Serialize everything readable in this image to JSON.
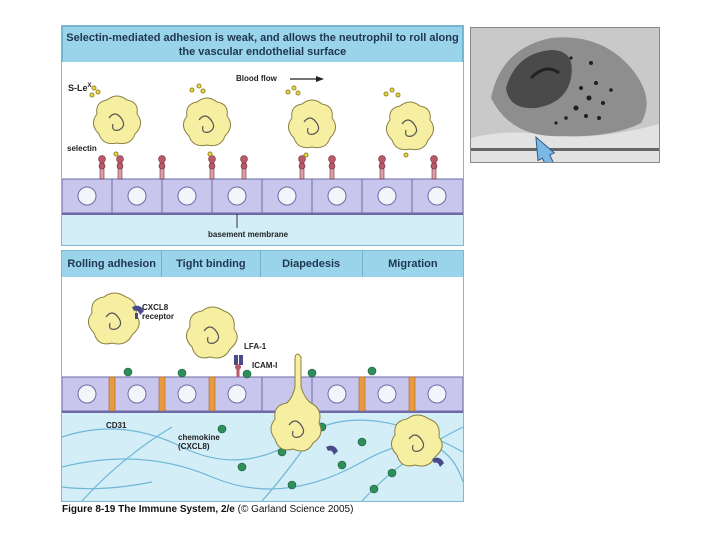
{
  "top_panel": {
    "title_line1": "Selectin-mediated adhesion is weak, and allows the neutrophil to roll along",
    "title_line2": "the vascular endothelial surface",
    "label_sle": "S-Le",
    "label_sle_sup": "X",
    "label_blood_flow": "Blood flow",
    "label_selectin": "selectin",
    "label_basement": "basement membrane"
  },
  "bottom_panel": {
    "steps": [
      "Rolling adhesion",
      "Tight binding",
      "Diapedesis",
      "Migration"
    ],
    "label_cxcl8_receptor_1": "CXCL8",
    "label_cxcl8_receptor_2": "receptor",
    "label_lfa1": "LFA-1",
    "label_icam1": "ICAM-I",
    "label_cd31": "CD31",
    "label_chemokine_1": "chemokine",
    "label_chemokine_2": "(CXCL8)"
  },
  "caption": {
    "figure": "Figure 8-19",
    "book": "The Immune System, 2/e",
    "credit": "(© Garland Science 2005)"
  },
  "colors": {
    "header_bg": "#9ad4ea",
    "endothelium": "#c8c6ec",
    "cell_fill": "#f6efa2",
    "tissue": "#d4eef8",
    "chemokine": "#2e8f5a",
    "receptor": "#4a4a8a"
  }
}
